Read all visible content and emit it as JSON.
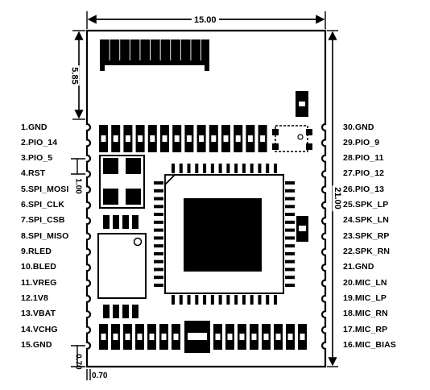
{
  "dimensions": {
    "width": "15.00",
    "antenna_height": "5.85",
    "height": "21.00",
    "pin_pitch": "1.00",
    "pad_offset_bottom": "0.70",
    "pad_offset_side": "0.70"
  },
  "pins_left": [
    "1.GND",
    "2.PIO_14",
    "3.PIO_5",
    "4.RST",
    "5.SPI_MOSI",
    "6.SPI_CLK",
    "7.SPI_CSB",
    "8.SPI_MISO",
    "9.RLED",
    "10.BLED",
    "11.VREG",
    "12.1V8",
    "13.VBAT",
    "14.VCHG",
    "15.GND"
  ],
  "pins_right": [
    "30.GND",
    "29.PIO_9",
    "28.PIO_11",
    "27.PIO_12",
    "26.PIO_13",
    "25.SPK_LP",
    "24.SPK_LN",
    "23.SPK_RP",
    "22.SPK_RN",
    "21.GND",
    "20.MIC_LN",
    "19.MIC_LP",
    "18.MIC_RN",
    "17.MIC_RP",
    "16.MIC_BIAS"
  ],
  "colors": {
    "ink": "#000000",
    "paper": "#ffffff"
  }
}
